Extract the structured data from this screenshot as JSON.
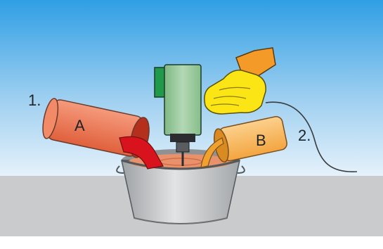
{
  "labels": {
    "step_1": "1.",
    "step_2": "2.",
    "component_a": "A",
    "component_b": "B"
  },
  "colors": {
    "sky_top": "#2f9fe4",
    "sky_bottom": "#e4f1fa",
    "floor": "#c8cacc",
    "can_a": "#f07a5a",
    "pour_a": "#d8121c",
    "can_b": "#f7b24d",
    "pour_b": "#f0a12e",
    "drill_body": "#98c79a",
    "drill_dark": "#1e9a4a",
    "glove": "#fbe514",
    "cuff": "#f29b28",
    "bucket": "#c4c6c8",
    "mix": "#e8906a"
  },
  "icons": {
    "can_a": "paint-can-icon",
    "can_b": "paint-can-icon",
    "drill": "power-drill-icon",
    "glove": "gloved-hand-icon",
    "bucket": "bucket-icon"
  }
}
